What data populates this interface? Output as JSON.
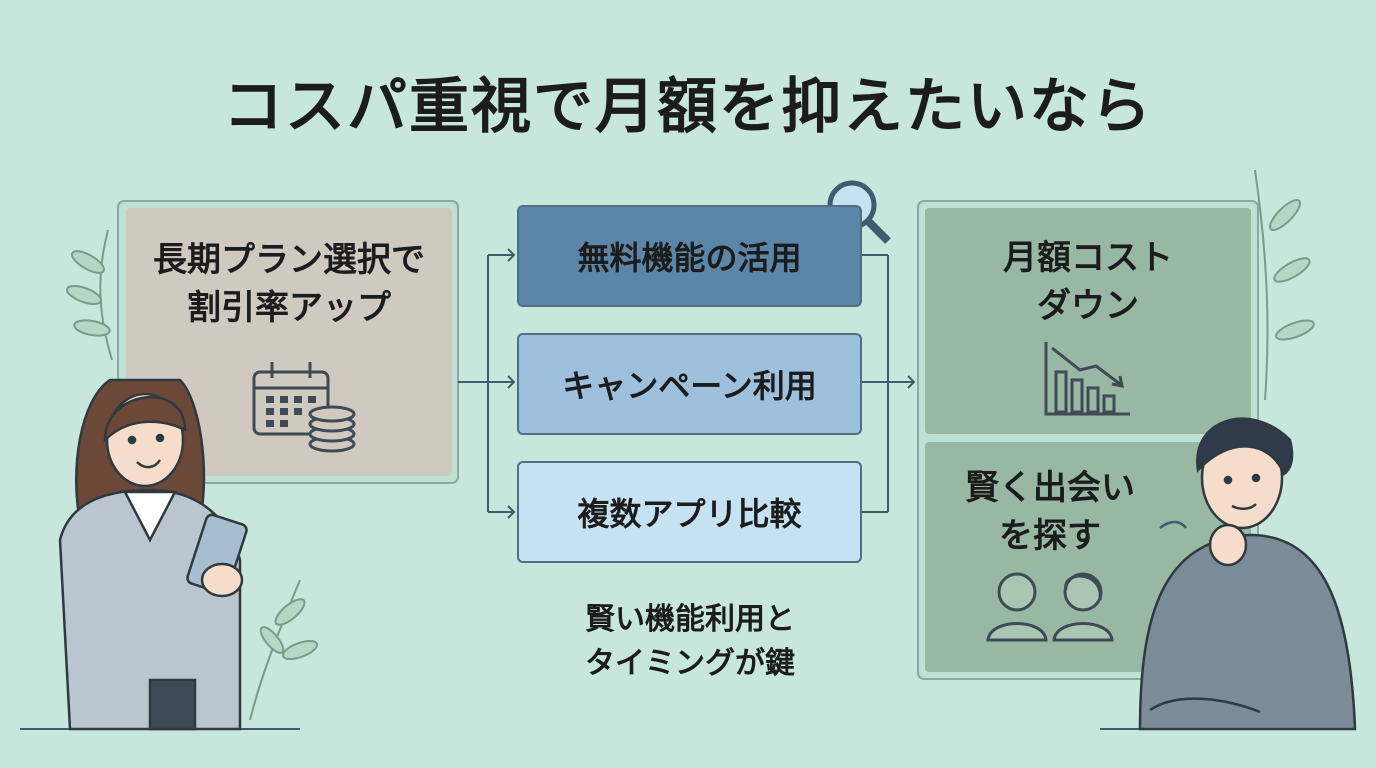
{
  "title": "コスパ重視で月額を抑えたいなら",
  "left_panel": {
    "line1": "長期プラン選択で",
    "line2": "割引率アップ",
    "icon": "calendar-coins-icon"
  },
  "middle_boxes": [
    {
      "label": "無料機能の活用",
      "color": "#5c86a8"
    },
    {
      "label": "キャンペーン利用",
      "color": "#9dc0dd"
    },
    {
      "label": "複数アプリ比較",
      "color": "#c5e2f3"
    }
  ],
  "note": {
    "line1": "賢い機能利用と",
    "line2": "タイミングが鍵"
  },
  "right_top": {
    "line1": "月額コスト",
    "line2": "ダウン",
    "icon": "declining-bar-chart-icon"
  },
  "right_bottom": {
    "line1": "賢く出会い",
    "line2": "を探す",
    "icon": "couple-icon"
  },
  "colors": {
    "background": "#c7e6dc",
    "left_inner": "#cfc9c0",
    "right_inner": "#98b8a4",
    "line": "#3e5c6d"
  }
}
